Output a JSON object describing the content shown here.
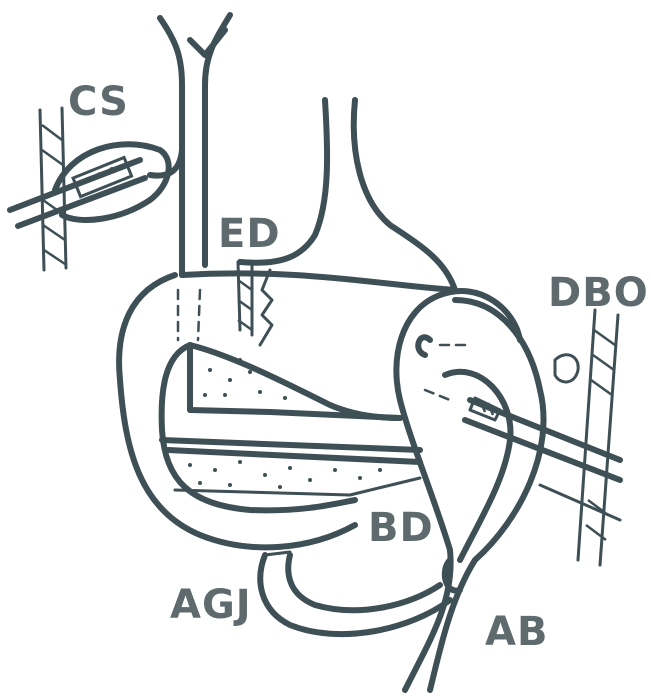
{
  "labels": {
    "cs": "CS",
    "ed": "ED",
    "dbo": "DBO",
    "bd": "BD",
    "agj": "AGJ",
    "ab": "AB"
  },
  "colors": {
    "ink": "#3e4f55",
    "label": "#5e6a6d",
    "background": "#ffffff"
  }
}
